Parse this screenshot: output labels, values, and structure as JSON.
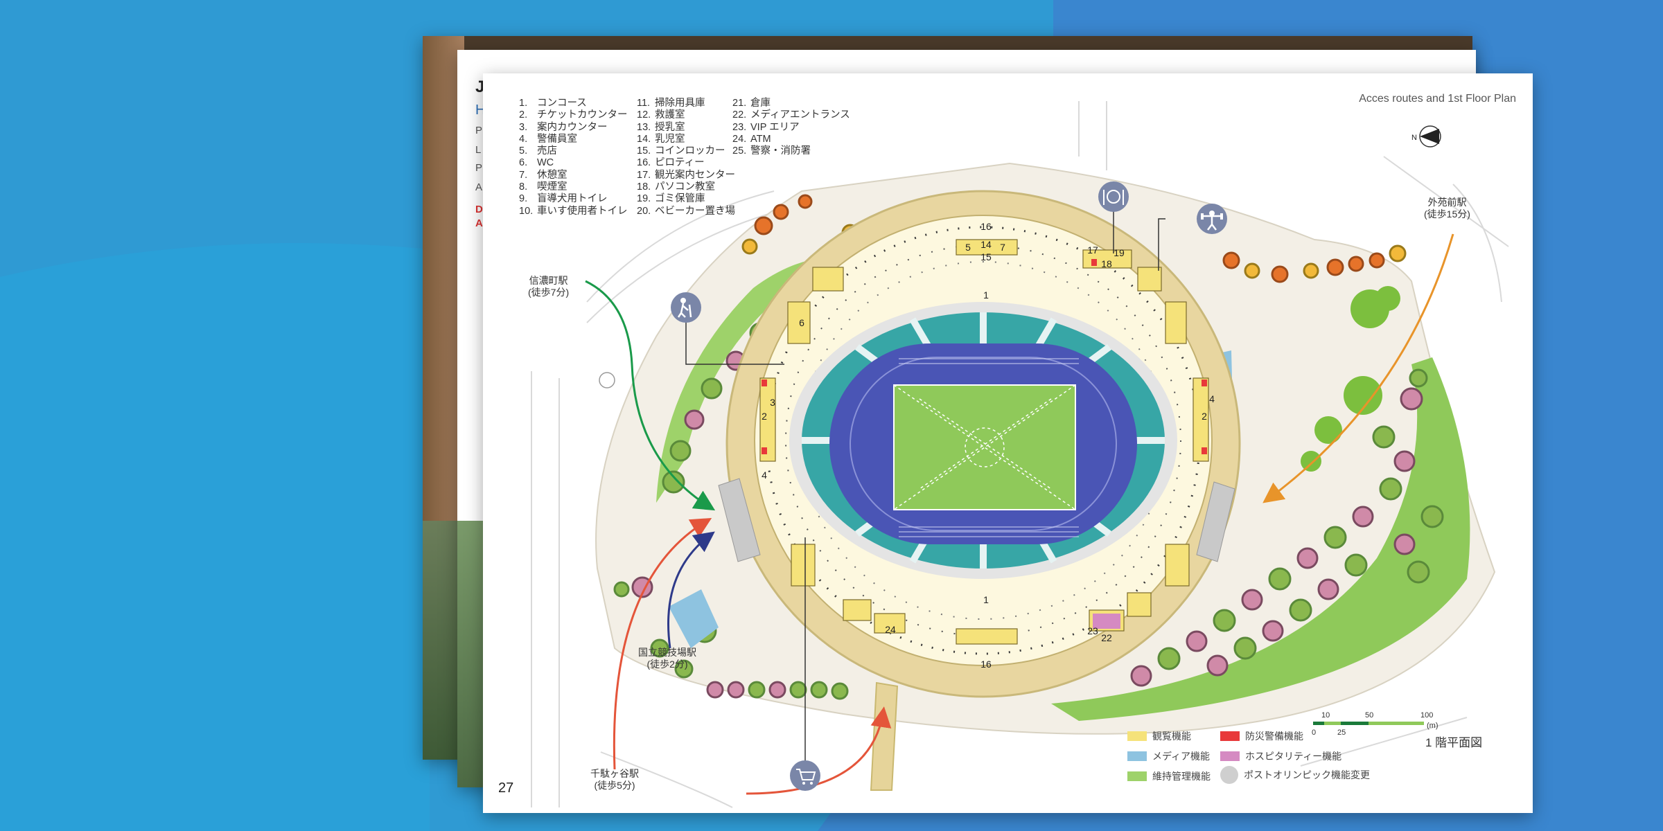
{
  "document": {
    "page_number": "27",
    "plan_title": "Acces routes and 1st Floor Plan",
    "floor_label": "1 階平面図",
    "facility_list": [
      {
        "num": "1.",
        "label": "コンコース"
      },
      {
        "num": "2.",
        "label": "チケットカウンター"
      },
      {
        "num": "3.",
        "label": "案内カウンター"
      },
      {
        "num": "4.",
        "label": "警備員室"
      },
      {
        "num": "5.",
        "label": "売店"
      },
      {
        "num": "6.",
        "label": "WC"
      },
      {
        "num": "7.",
        "label": "休憩室"
      },
      {
        "num": "8.",
        "label": "喫煙室"
      },
      {
        "num": "9.",
        "label": "盲導犬用トイレ"
      },
      {
        "num": "10.",
        "label": "車いす使用者トイレ"
      },
      {
        "num": "11.",
        "label": "掃除用具庫"
      },
      {
        "num": "12.",
        "label": "救護室"
      },
      {
        "num": "13.",
        "label": "授乳室"
      },
      {
        "num": "14.",
        "label": "乳児室"
      },
      {
        "num": "15.",
        "label": "コインロッカー"
      },
      {
        "num": "16.",
        "label": "ピロティー"
      },
      {
        "num": "17.",
        "label": "観光案内センター"
      },
      {
        "num": "18.",
        "label": "パソコン教室"
      },
      {
        "num": "19.",
        "label": "ゴミ保管庫"
      },
      {
        "num": "20.",
        "label": "ベビーカー置き場"
      },
      {
        "num": "21.",
        "label": "倉庫"
      },
      {
        "num": "22.",
        "label": "メディアエントランス"
      },
      {
        "num": "23.",
        "label": "VIP エリア"
      },
      {
        "num": "24.",
        "label": "ATM"
      },
      {
        "num": "25.",
        "label": "警察・消防署"
      }
    ],
    "stations": {
      "shinanomachi": {
        "name": "信濃町駅",
        "walk": "(徒歩7分)"
      },
      "gaienmae": {
        "name": "外苑前駅",
        "walk": "(徒歩15分)"
      },
      "kokuritsu": {
        "name": "国立競技場駅",
        "walk": "(徒歩2分)"
      },
      "sendagaya": {
        "name": "千駄ヶ谷駅",
        "walk": "(徒歩5分)"
      }
    },
    "key": {
      "viewing": "観覧機能",
      "disaster": "防災警備機能",
      "media": "メディア機能",
      "hospitality": "ホスピタリティー機能",
      "maintenance": "維持管理機能",
      "post_olympic": "ポストオリンピック機能変更"
    },
    "scale": {
      "ticks": [
        "0",
        "10",
        "25",
        "50",
        "100"
      ],
      "unit": "(m)"
    },
    "room_numbers": [
      "16",
      "16",
      "1",
      "1",
      "2",
      "2",
      "4",
      "4",
      "3",
      "5",
      "6",
      "7",
      "14",
      "15",
      "17",
      "18",
      "19",
      "22",
      "23",
      "24"
    ]
  },
  "back_pages": {
    "title_fragment": "J",
    "subtitle_fragment": "H",
    "lines": [
      "P",
      "L",
      "P",
      "A"
    ],
    "red_lines": [
      "D",
      "A"
    ]
  },
  "colors": {
    "background": "#2f9ad3",
    "route_green": "#1a9a4a",
    "route_orange": "#e8942a",
    "route_red": "#e4553a",
    "route_navy": "#2e3a8a",
    "track_blue": "#4a55b5",
    "field_green": "#8fc95a",
    "seat_teal": "#37a6a6",
    "viewing_yellow": "#f5e27a",
    "disaster_red": "#e8393a",
    "media_blue": "#8ec3e0",
    "hospitality_pink": "#d58ac2",
    "maintenance_green": "#9ed26a"
  },
  "icons": [
    "restaurant-icon",
    "gym-icon",
    "walker-icon",
    "shopping-cart-icon",
    "north-arrow-icon"
  ]
}
